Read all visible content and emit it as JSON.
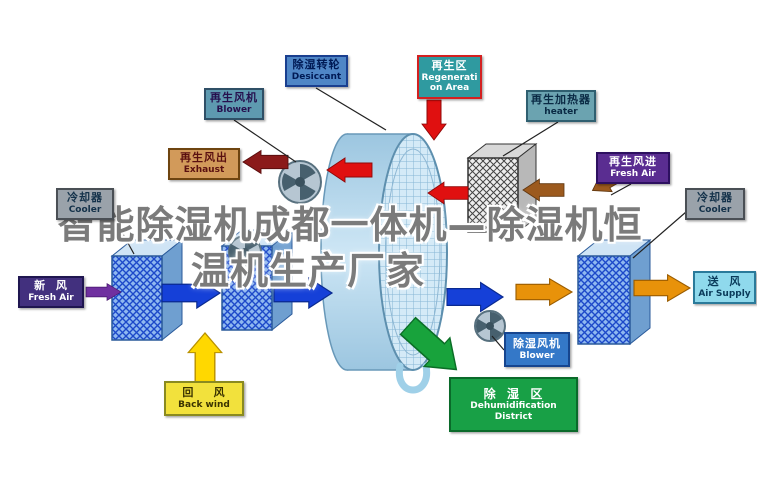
{
  "watermark": {
    "line1": "智能除湿机成都一体机—除湿机恒",
    "line2": "温机生产厂家"
  },
  "labels": {
    "regen_blower": {
      "zh": "再生风机",
      "en": "Blower",
      "bg": "#5e9ab0",
      "fg": "#26104e",
      "border": "#2f4f66"
    },
    "desiccant": {
      "zh": "除湿转轮",
      "en": "Desiccant",
      "bg": "#4f86c6",
      "fg": "#001a55",
      "border": "#1a3f8f"
    },
    "regen_area": {
      "zh": "再生区",
      "en": "Regeneration Area",
      "bg": "#2f9aa0",
      "fg": "#ffffff",
      "border": "#d42020"
    },
    "regen_heater": {
      "zh": "再生加热器",
      "en": "heater",
      "bg": "#6ba3b0",
      "fg": "#0a2a44",
      "border": "#2f5f70"
    },
    "exhaust": {
      "zh": "再生风出",
      "en": "Exhaust",
      "bg": "#d29a5a",
      "fg": "#5a1010",
      "border": "#6e4410"
    },
    "regen_fresh_air": {
      "zh": "再生风进",
      "en": "Fresh Air",
      "bg": "#5a2d91",
      "fg": "#ffffff",
      "border": "#2d1060"
    },
    "cooler_left": {
      "zh": "冷却器",
      "en": "Cooler",
      "bg": "#9aa2aa",
      "fg": "#14324a",
      "border": "#4a4f55"
    },
    "cooler_right": {
      "zh": "冷却器",
      "en": "Cooler",
      "bg": "#9aa2aa",
      "fg": "#14324a",
      "border": "#4a4f55"
    },
    "fresh_air": {
      "zh": "新  风",
      "en": "Fresh Air",
      "bg": "#42307e",
      "fg": "#ffffff",
      "border": "#1f1650"
    },
    "air_supply": {
      "zh": "送  风",
      "en": "Air Supply",
      "bg": "#8fd9ec",
      "fg": "#0a3a5a",
      "border": "#2a7a9a"
    },
    "back_wind": {
      "zh": "回    风",
      "en": "Back wind",
      "bg": "#f2e13c",
      "fg": "#3a3300",
      "border": "#8a8a20"
    },
    "dehum_blower": {
      "zh": "除湿风机",
      "en": "Blower",
      "bg": "#3478c8",
      "fg": "#ffffff",
      "border": "#16458f"
    },
    "dehum_district": {
      "zh": "除  湿  区",
      "en": "Dehumidification District",
      "bg": "#18a046",
      "fg": "#ffffff",
      "border": "#0a6a2a"
    }
  },
  "colors": {
    "process_arrow_blue": "#1540d8",
    "fresh_air_arrow_purple": "#7030a0",
    "return_air_arrow_yellow": "#ffd800",
    "regen_hot_arrow_red": "#e01010",
    "exhaust_arrow_maroon": "#8b1a1a",
    "regen_inlet_arrow_brown": "#9c5a1e",
    "supply_arrow_orange": "#e8920a",
    "dehum_zone_arrow_green": "#18a33c",
    "wheel_body_blue": "#aed3ea"
  }
}
